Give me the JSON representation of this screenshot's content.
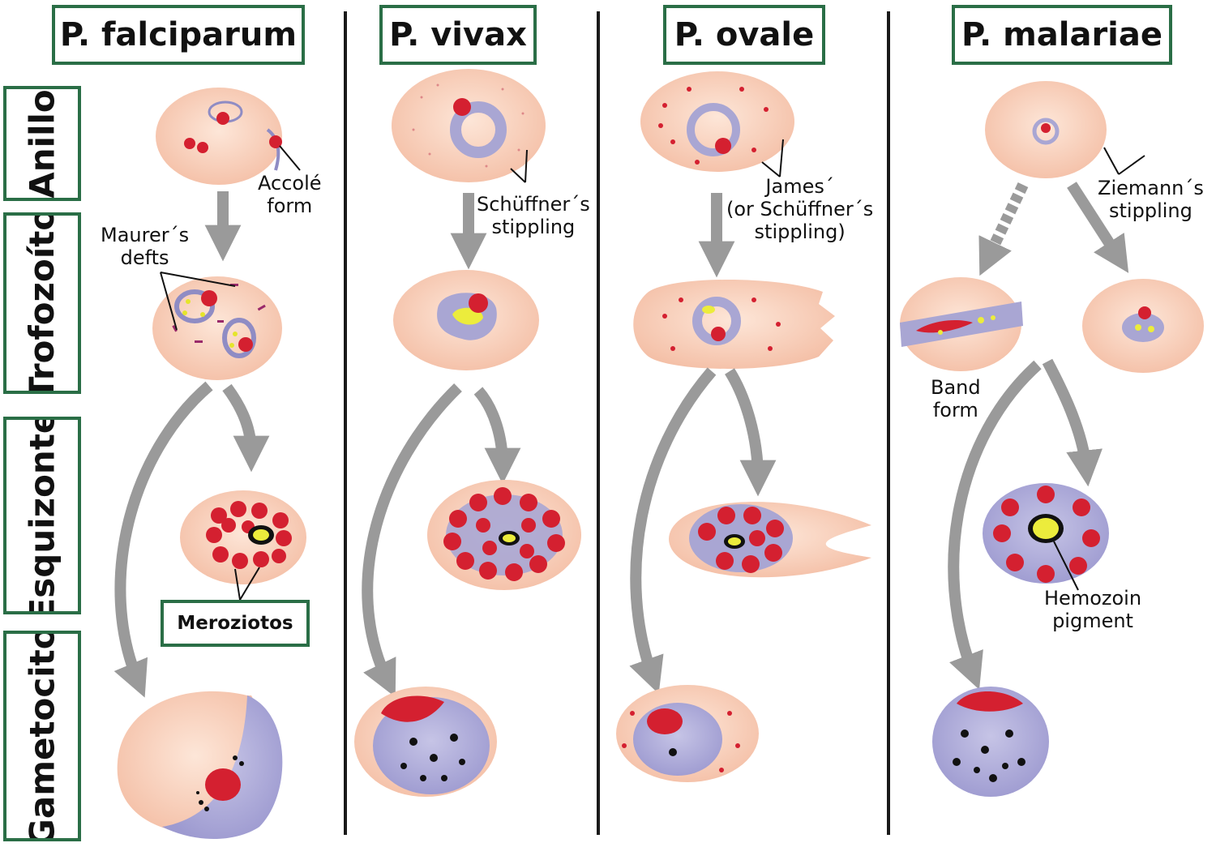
{
  "species": [
    {
      "name": "P. falciparum"
    },
    {
      "name": "P. vivax"
    },
    {
      "name": "P. ovale"
    },
    {
      "name": "P. malariae"
    }
  ],
  "stages": [
    {
      "name": "Anillo"
    },
    {
      "name": "Trofozoíto"
    },
    {
      "name": "Esquizonte"
    },
    {
      "name": "Gametocito"
    }
  ],
  "annotations": {
    "accole": [
      "Accolé",
      "form"
    ],
    "maurer": [
      "Maurer´s",
      "defts"
    ],
    "merozoitos": "Meroziotos",
    "schuffner": [
      "Schüffner´s",
      "stippling"
    ],
    "james": [
      "James´",
      "(or Schüffner´s",
      "stippling)"
    ],
    "ziemann": [
      "Ziemann´s",
      "stippling"
    ],
    "band": [
      "Band",
      "form"
    ],
    "hemozoin": [
      "Hemozoin",
      "pigment"
    ]
  },
  "colors": {
    "box_border": "#2a6e46",
    "rbc": "#f8cdb6",
    "parasite": "#a9a6d3",
    "chromatin": "#d42030",
    "pigment_yellow": "#ecec3c",
    "arrow": "#9a9a9a"
  }
}
